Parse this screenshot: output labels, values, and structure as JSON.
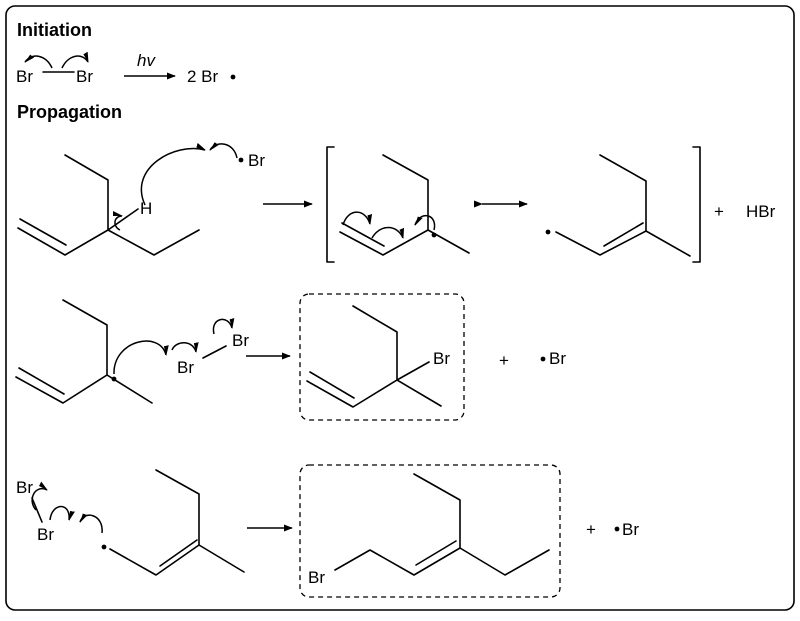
{
  "sections": {
    "initiation": "Initiation",
    "propagation": "Propagation"
  },
  "labels": {
    "br": "Br",
    "h": "H",
    "hv": "hv",
    "two_br": "2 Br",
    "plus": "+",
    "hbr": "HBr"
  }
}
